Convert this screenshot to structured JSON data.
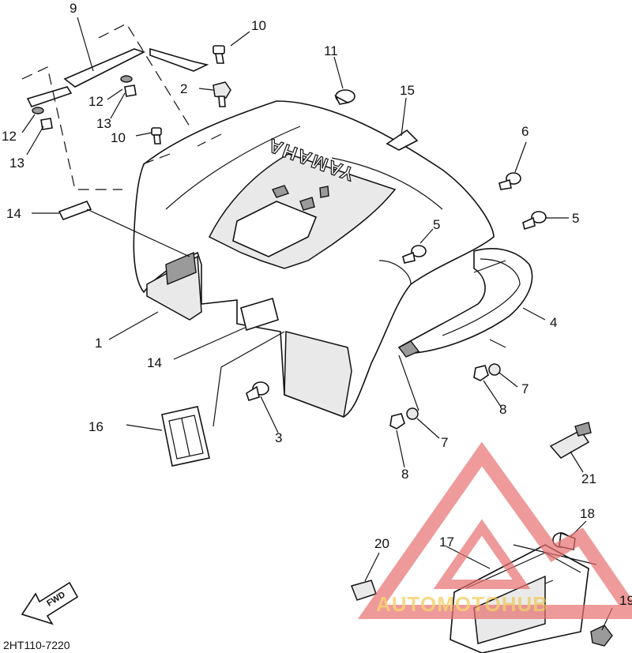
{
  "diagram": {
    "brand_marking": "YAMAHA",
    "drawing_code": "2HT110-7220",
    "direction_label": "FWD",
    "watermark": {
      "text": "AUTOMOTOHUB",
      "colors": {
        "triangle": "#e87070",
        "text": "#f2c037"
      }
    },
    "callouts": [
      "9",
      "10",
      "2",
      "11",
      "15",
      "12",
      "13",
      "12",
      "13",
      "10",
      "14",
      "6",
      "5",
      "5",
      "1",
      "4",
      "14",
      "7",
      "8",
      "16",
      "3",
      "7",
      "8",
      "21",
      "18",
      "20",
      "17",
      "19"
    ]
  }
}
